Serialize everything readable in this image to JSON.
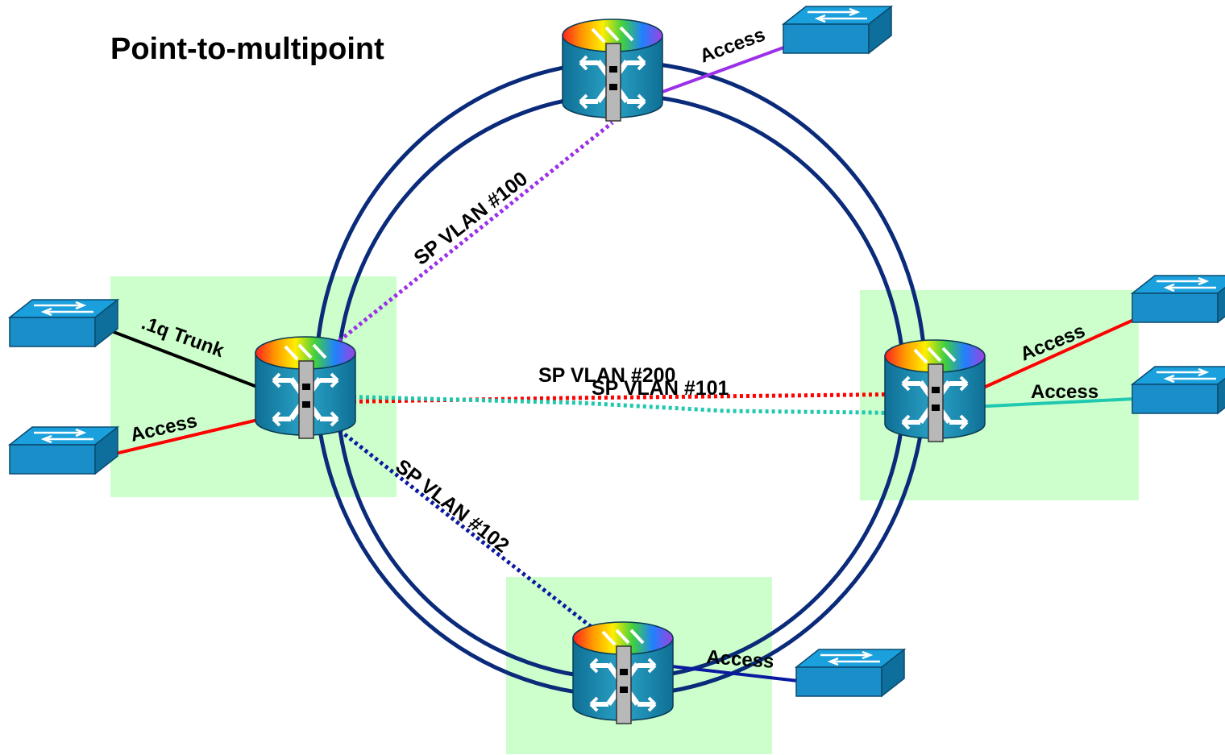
{
  "title": "Point-to-multipoint",
  "labels": {
    "sp_vlan_100": "SP VLAN #100",
    "sp_vlan_200": "SP VLAN #200",
    "sp_vlan_101": "SP VLAN #101",
    "sp_vlan_102": "SP VLAN #102",
    "trunk": ".1q Trunk",
    "access_top": "Access",
    "access_left": "Access",
    "access_right_upper": "Access",
    "access_right_lower": "Access",
    "access_bottom": "Access"
  },
  "colors": {
    "ring": "#0a2a7a",
    "vlan_100": "#9b30e8",
    "vlan_200": "#ff0000",
    "vlan_101": "#20c8b0",
    "vlan_102": "#0a1aa0",
    "trunk": "#000000",
    "site_zone": "#ccffcc",
    "switch_fill": "#1a9ad6"
  }
}
